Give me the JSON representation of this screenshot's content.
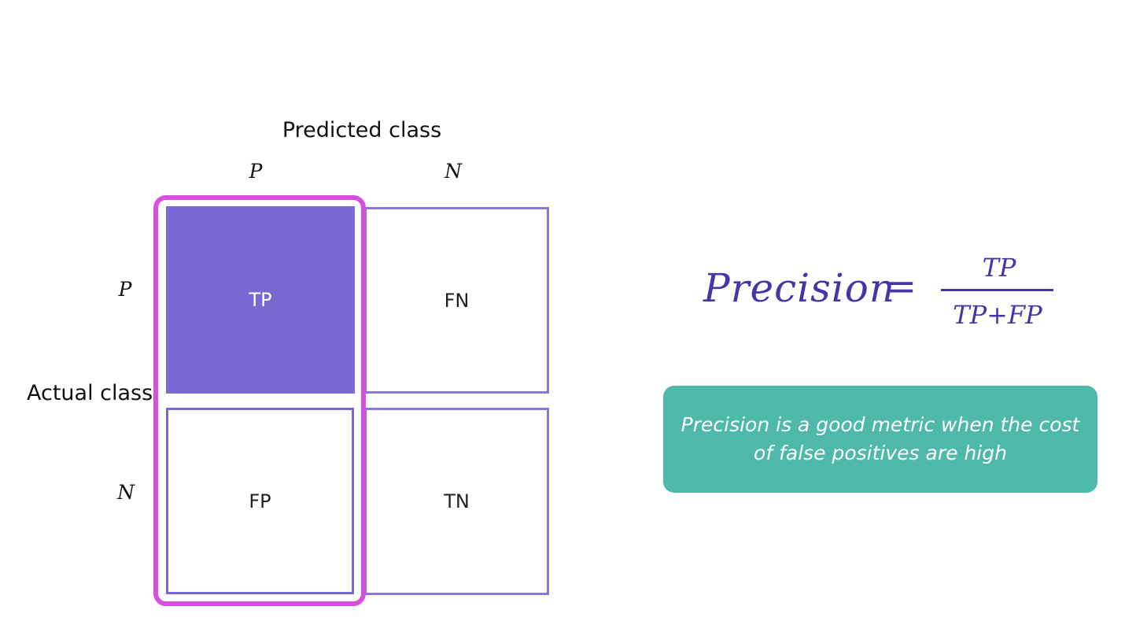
{
  "matrix": {
    "predicted_label": "Predicted class",
    "actual_label": "Actual class",
    "column_headers": [
      "P",
      "N"
    ],
    "row_headers": [
      "P",
      "N"
    ],
    "cells": {
      "tp": "TP",
      "fn": "FN",
      "fp": "FP",
      "tn": "TN"
    },
    "highlighted_column": "P"
  },
  "formula": {
    "lhs": "Precision",
    "equals": "=",
    "numerator": "TP",
    "denominator": "TP+FP"
  },
  "note": {
    "text": "Precision is a good metric when the cost of false positives are high"
  },
  "colors": {
    "tp_fill": "#7b68d4",
    "cell_border": "#8a76dc",
    "highlight_border": "#d94fe0",
    "formula": "#4a33a8",
    "note_background": "#4eb8a9"
  }
}
